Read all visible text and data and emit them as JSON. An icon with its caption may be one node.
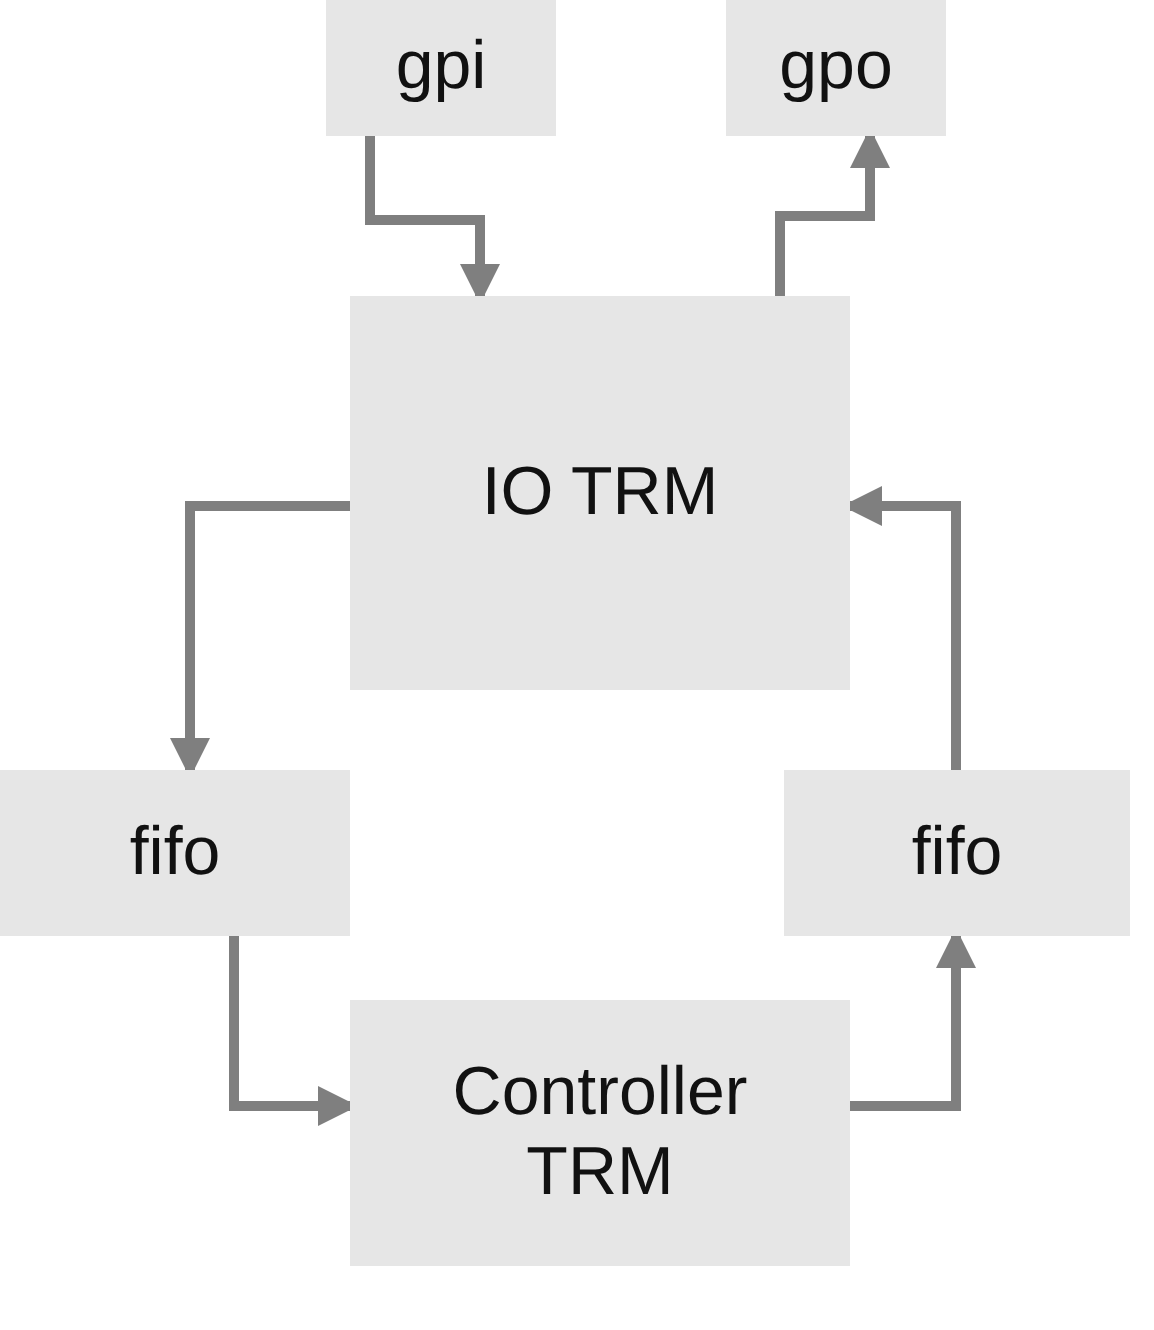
{
  "diagram": {
    "nodes": [
      {
        "text": [
          "gpi"
        ]
      },
      {
        "text": [
          "gpo"
        ]
      },
      {
        "text": [
          "IO TRM"
        ]
      },
      {
        "text": [
          "fifo"
        ]
      },
      {
        "text": [
          "fifo"
        ]
      },
      {
        "text": [
          "Controller TRM"
        ]
      }
    ],
    "edges": [
      {
        "from": 0,
        "to": 2,
        "arrow": "to"
      },
      {
        "from": 2,
        "to": 1,
        "arrow": "to"
      },
      {
        "from": 2,
        "to": 3,
        "arrow": "to"
      },
      {
        "from": 3,
        "to": 5,
        "arrow": "to"
      },
      {
        "from": 5,
        "to": 4,
        "arrow": "to"
      },
      {
        "from": 4,
        "to": 2,
        "arrow": "to"
      }
    ]
  }
}
